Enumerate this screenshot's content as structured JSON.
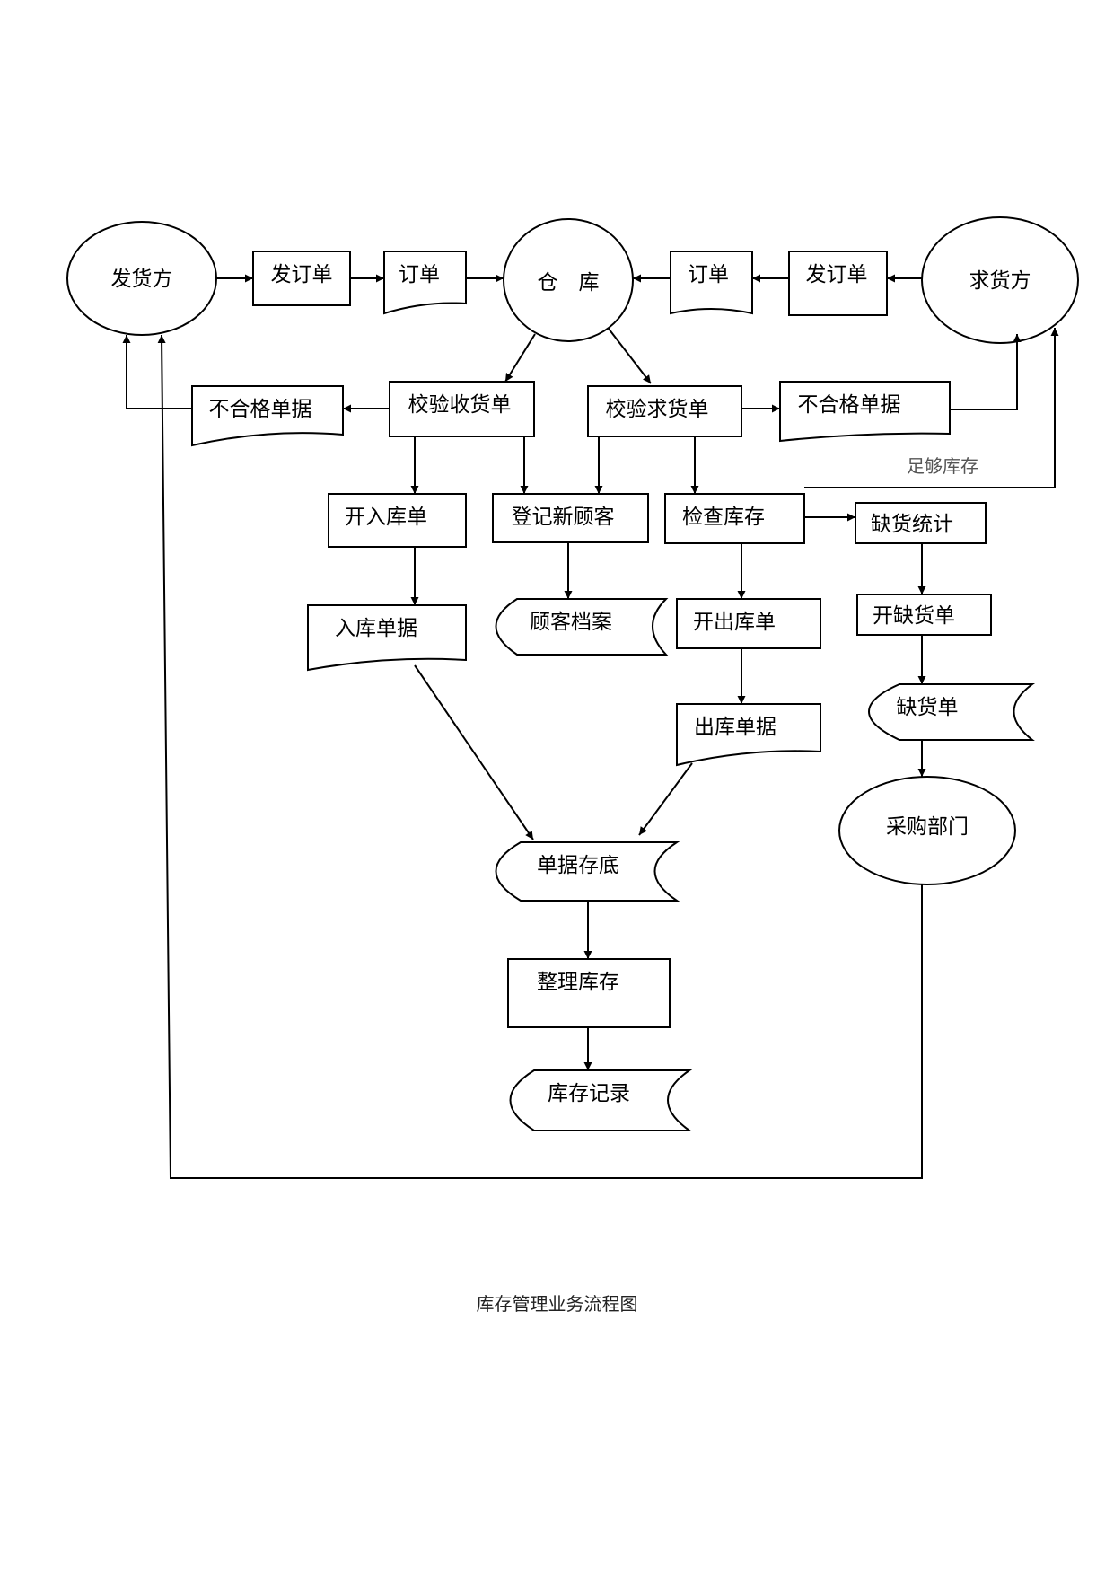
{
  "nodes": {
    "supplier": "发货方",
    "supplier_order_form": "发订单",
    "supplier_order_doc": "订单",
    "warehouse": "仓　库",
    "customer_order_doc": "订单",
    "customer_order_form": "发订单",
    "customer": "求货方",
    "reject_left": "不合格单据",
    "check_receipt": "校验收货单",
    "check_request": "校验求货单",
    "reject_right": "不合格单据",
    "sufficient_stock": "足够库存",
    "open_inbound": "开入库单",
    "register_customer": "登记新顾客",
    "check_inventory": "检查库存",
    "shortage_stats": "缺货统计",
    "inbound_doc": "入库单据",
    "customer_archive": "顾客档案",
    "open_outbound": "开出库单",
    "open_shortage": "开缺货单",
    "shortage_doc": "缺货单",
    "outbound_doc": "出库单据",
    "purchasing_dept": "采购部门",
    "doc_archive": "单据存底",
    "organize_inventory": "整理库存",
    "inventory_record": "库存记录"
  },
  "caption": "库存管理业务流程图"
}
